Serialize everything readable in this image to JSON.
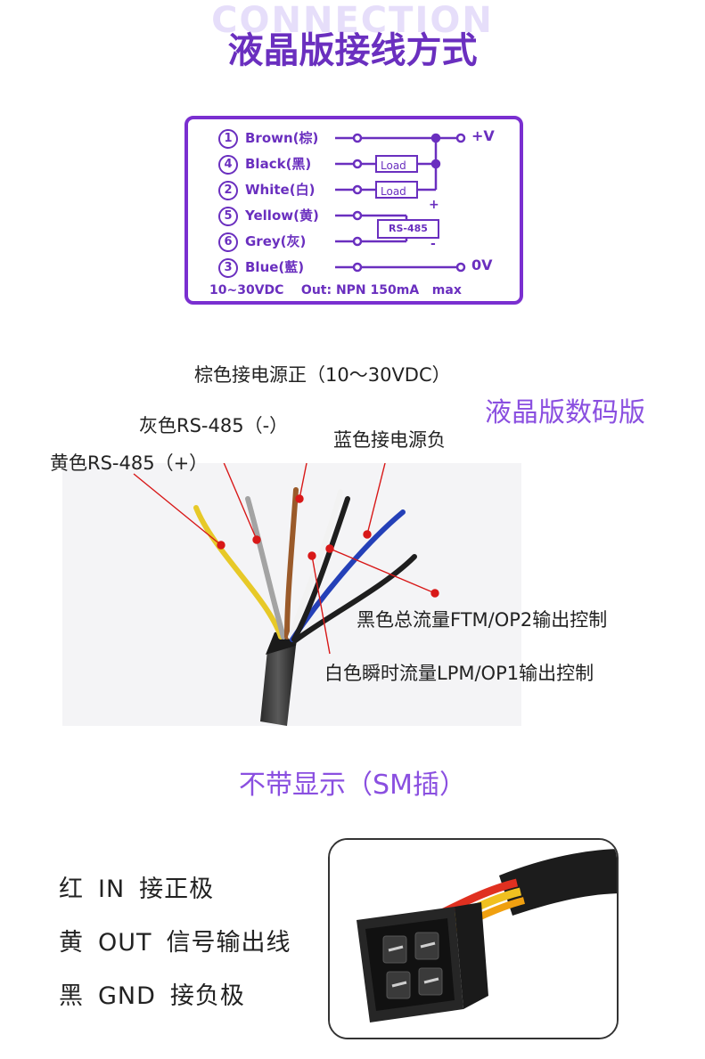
{
  "header": {
    "bg_word": "CONNECTION",
    "title": "液晶版接线方式"
  },
  "wiring": {
    "rows": [
      {
        "num": "1",
        "label": "Brown(棕)"
      },
      {
        "num": "4",
        "label": "Black(黑)"
      },
      {
        "num": "2",
        "label": "White(白)"
      },
      {
        "num": "5",
        "label": "Yellow(黄)"
      },
      {
        "num": "6",
        "label": "Grey(灰)"
      },
      {
        "num": "3",
        "label": "Blue(藍)"
      }
    ],
    "plus_v": "+V",
    "zero_v": "0V",
    "load1": "Load",
    "load2": "Load",
    "rs485": "RS-485",
    "rs_plus": "+",
    "rs_minus": "-",
    "footer": "10~30VDC    Out: NPN 150mA   max"
  },
  "photo": {
    "side_title": "液晶版数码版",
    "callouts": {
      "brown": "棕色接电源正（10～30VDC）",
      "grey": "灰色RS-485（-）",
      "blue": "蓝色接电源负",
      "yellow": "黄色RS-485（+）",
      "black": "黑色总流量FTM/OP2输出控制",
      "white": "白色瞬时流量LPM/OP1输出控制"
    },
    "colors": {
      "wire_yellow": "#e7c928",
      "wire_grey": "#a3a3a3",
      "wire_brown": "#9a5a2a",
      "wire_white": "#f2f2f2",
      "wire_black": "#1e1e1e",
      "wire_blue": "#2440b8",
      "callout_line": "#d81818"
    }
  },
  "bottom": {
    "title": "不带显示（SM插）",
    "pins": [
      {
        "color": "红",
        "signal": "IN",
        "desc": "接正极"
      },
      {
        "color": "黄",
        "signal": "OUT",
        "desc": "信号输出线"
      },
      {
        "color": "黑",
        "signal": "GND",
        "desc": "接负极"
      }
    ]
  }
}
